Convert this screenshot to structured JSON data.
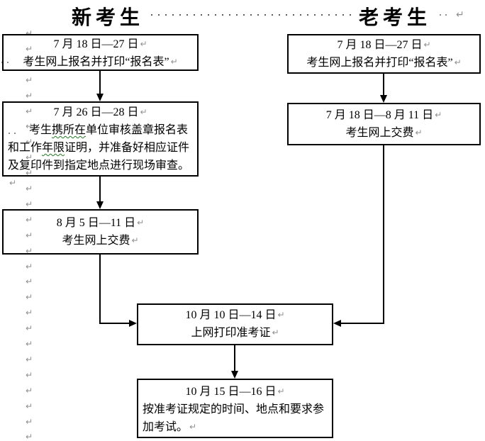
{
  "document": {
    "type": "flowchart",
    "subject": "exam registration process"
  },
  "colors": {
    "background": "#ffffff",
    "text": "#000000",
    "box_border": "#000000",
    "connector": "#000000",
    "format_mark_gray": "#8f8f8f",
    "leader_dot": "#5a5a5a",
    "spellcheck_underline": "#227a22"
  },
  "marks": {
    "line_break": "↵"
  },
  "formatting_marks": {
    "glyph": "↵",
    "left_margin_count": 27
  },
  "headers": {
    "new_label": "新考生",
    "old_label": "老考生"
  },
  "boxes": {
    "new_step1": {
      "line1": "7 月 18 日—27 日",
      "line2": "考生网上报名并打印“报名表”"
    },
    "new_step2": {
      "line1": "7 月 26 日—28 日",
      "body_pre": "考生",
      "misspell1": "携所在",
      "body_mid": "单位审核盖章报名表和工作",
      "misspell2": "年限",
      "body_post": "证明，并准备好相应证件及复印件到指定地点进行现场审查。"
    },
    "new_step3": {
      "line1": "8 月 5 日—11 日",
      "line2": "考生网上交费"
    },
    "old_step1": {
      "line1": "7 月 18 日—27 日",
      "line2": "考生网上报名并打印“报名表”"
    },
    "old_step2": {
      "line1": "7 月 18 日—8 月 11 日",
      "line2": "考生网上交费"
    },
    "merge_step1": {
      "line1": "10 月 10 日—14 日",
      "line2": "上网打印准考证"
    },
    "merge_step2": {
      "line1": "10 月 15 日—16 日",
      "body": "按准考证规定的时间、地点和要求参加考试。"
    }
  }
}
